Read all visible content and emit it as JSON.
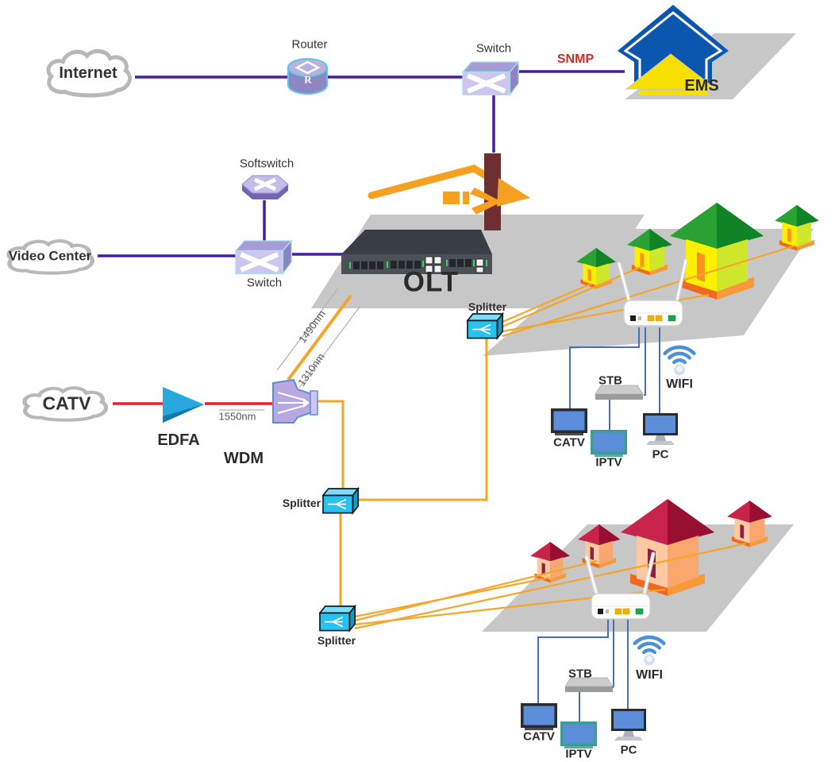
{
  "labels": {
    "internet": "Internet",
    "router": "Router",
    "router_letter": "R",
    "switch_top": "Switch",
    "snmp": "SNMP",
    "ems": "EMS",
    "softswitch": "Softswitch",
    "video_center": "Video Center",
    "switch_core": "Switch",
    "olt": "OLT",
    "catv_source": "CATV",
    "edfa": "EDFA",
    "wdm": "WDM",
    "wavelength_1550": "1550nm",
    "wavelength_1490": "1490nm",
    "wavelength_1310": "1310nm",
    "splitter_cluster1": "Splitter",
    "splitter_mid": "Splitter",
    "splitter_cluster2": "Splitter",
    "home1": {
      "stb": "STB",
      "catv": "CATV",
      "iptv": "IPTV",
      "pc": "PC",
      "wifi": "WIFI"
    },
    "home2": {
      "stb": "STB",
      "catv": "CATV",
      "iptv": "IPTV",
      "pc": "PC",
      "wifi": "WIFI"
    }
  },
  "colors": {
    "ethernet_line": "#441f9d",
    "rf_line": "#e62129",
    "fiber_line": "#f5a528",
    "home_line": "#4a6db8",
    "platform": "#c7c7c7",
    "snmp_label": "#d42a28",
    "splitter_body": "#29c1f0",
    "switch_body": "#cec6ee",
    "edfa_body": "#29a8e0",
    "wdm_body": "#b7a9e0",
    "ems_arrow": "#0b57b0",
    "ems_triangle": "#f7df00",
    "house_cluster1_roof": "#1f9e2e",
    "house_cluster2_roof": "#c8234a",
    "screen_blue": "#5b8dd9"
  },
  "edges": [
    {
      "from": "internet",
      "to": "router",
      "type": "ethernet"
    },
    {
      "from": "router",
      "to": "switch-top",
      "type": "ethernet"
    },
    {
      "from": "switch-top",
      "to": "ems",
      "type": "snmp"
    },
    {
      "from": "switch-top",
      "to": "central-office",
      "type": "ethernet"
    },
    {
      "from": "softswitch",
      "to": "switch-core",
      "type": "ethernet"
    },
    {
      "from": "video-center",
      "to": "switch-core",
      "type": "ethernet"
    },
    {
      "from": "switch-core",
      "to": "olt",
      "type": "ethernet"
    },
    {
      "from": "catv",
      "to": "edfa",
      "type": "rf"
    },
    {
      "from": "edfa",
      "to": "wdm",
      "type": "fiber-1550nm"
    },
    {
      "from": "olt",
      "to": "wdm",
      "type": "fiber-1490nm-1310nm"
    },
    {
      "from": "wdm",
      "to": "splitter-mid",
      "type": "fiber"
    },
    {
      "from": "splitter-mid",
      "to": "splitter-cluster1",
      "type": "fiber"
    },
    {
      "from": "splitter-mid",
      "to": "splitter-cluster2",
      "type": "fiber"
    },
    {
      "from": "splitter-cluster1",
      "to": "ont-cluster1",
      "type": "fiber"
    },
    {
      "from": "splitter-cluster2",
      "to": "ont-cluster2",
      "type": "fiber"
    },
    {
      "from": "ont-cluster1",
      "to": "catv-tv-1",
      "type": "home-wire"
    },
    {
      "from": "ont-cluster1",
      "to": "stb-1",
      "type": "home-wire"
    },
    {
      "from": "ont-cluster1",
      "to": "pc-1",
      "type": "home-wire"
    },
    {
      "from": "stb-1",
      "to": "iptv-1",
      "type": "home-wire"
    },
    {
      "from": "ont-cluster2",
      "to": "catv-tv-2",
      "type": "home-wire"
    },
    {
      "from": "ont-cluster2",
      "to": "stb-2",
      "type": "home-wire"
    },
    {
      "from": "ont-cluster2",
      "to": "pc-2",
      "type": "home-wire"
    },
    {
      "from": "stb-2",
      "to": "iptv-2",
      "type": "home-wire"
    }
  ]
}
